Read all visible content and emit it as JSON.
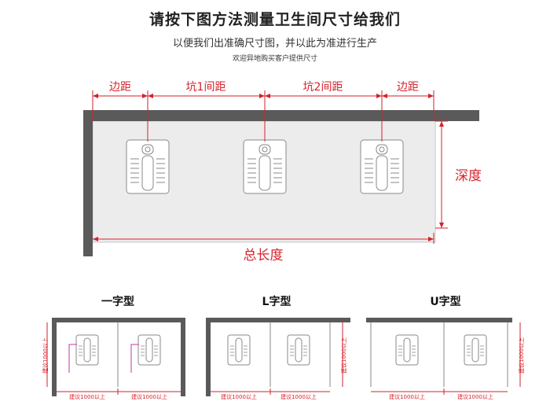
{
  "header": {
    "title": "请按下图方法测量卫生间尺寸给我们",
    "subtitle": "以便我们出准确尺寸图，并以此为准进行生产",
    "note": "欢迎异地购买客户提供尺寸"
  },
  "main_diagram": {
    "top_dims": [
      "边距",
      "坑1间距",
      "坑2间距",
      "边距"
    ],
    "depth_label": "深度",
    "total_length_label": "总长度"
  },
  "layouts": [
    {
      "title": "一字型",
      "vertical_note": "建议1000以上",
      "width_notes": [
        "建议1000以上",
        "建议1000以上"
      ]
    },
    {
      "title": "L字型",
      "vertical_note": "建议1000以上",
      "width_notes": [
        "建议1000以上",
        "建议1000以上"
      ]
    },
    {
      "title": "U字型",
      "vertical_note": "建议1000以上",
      "width_notes": [
        "建议1000以上",
        "建议1000以上"
      ]
    }
  ],
  "colors": {
    "dimension": "#d6222b",
    "wall": "#5a5a5a",
    "floor": "#ececec"
  }
}
